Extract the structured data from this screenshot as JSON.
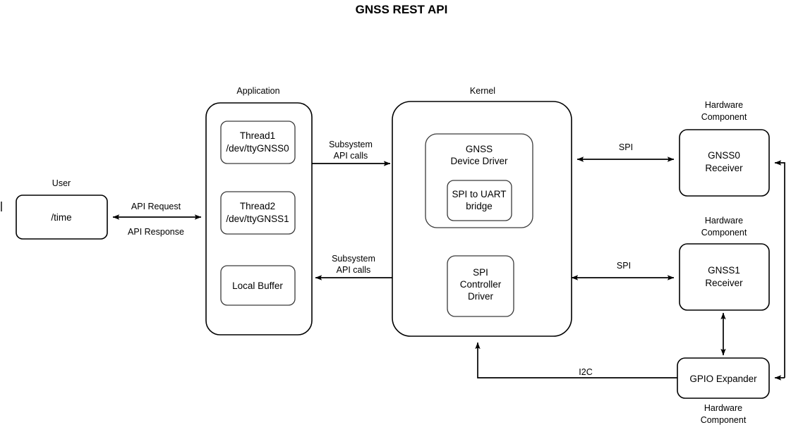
{
  "title": "GNSS REST API",
  "nodes": {
    "user": {
      "caption": "User",
      "label": "/time"
    },
    "application": {
      "caption": "Application",
      "children": [
        {
          "line1": "Thread1",
          "line2": "/dev/ttyGNSS0"
        },
        {
          "line1": "Thread2",
          "line2": "/dev/ttyGNSS1"
        },
        {
          "line1": "Local Buffer",
          "line2": ""
        }
      ]
    },
    "kernel": {
      "caption": "Kernel",
      "gnss_device_driver": {
        "line1": "GNSS",
        "line2": "Device Driver",
        "nested": {
          "line1": "SPI to UART",
          "line2": "bridge"
        }
      },
      "spi_controller_driver": {
        "line1": "SPI",
        "line2": "Controller",
        "line3": "Driver"
      }
    },
    "gnss0": {
      "caption_line1": "Hardware",
      "caption_line2": "Component",
      "line1": "GNSS0",
      "line2": "Receiver"
    },
    "gnss1": {
      "caption_line1": "Hardware",
      "caption_line2": "Component",
      "line1": "GNSS1",
      "line2": "Receiver"
    },
    "gpio": {
      "caption_line1": "Hardware",
      "caption_line2": "Component",
      "label": "GPIO Expander"
    }
  },
  "edges": {
    "api_request": "API Request",
    "api_response": "API Response",
    "subsystem_top_line1": "Subsystem",
    "subsystem_top_line2": "API calls",
    "subsystem_bottom_line1": "Subsystem",
    "subsystem_bottom_line2": "API calls",
    "spi_top": "SPI",
    "spi_bottom": "SPI",
    "i2c": "I2C"
  },
  "colors": {
    "stroke": "#000000",
    "background": "#ffffff"
  }
}
